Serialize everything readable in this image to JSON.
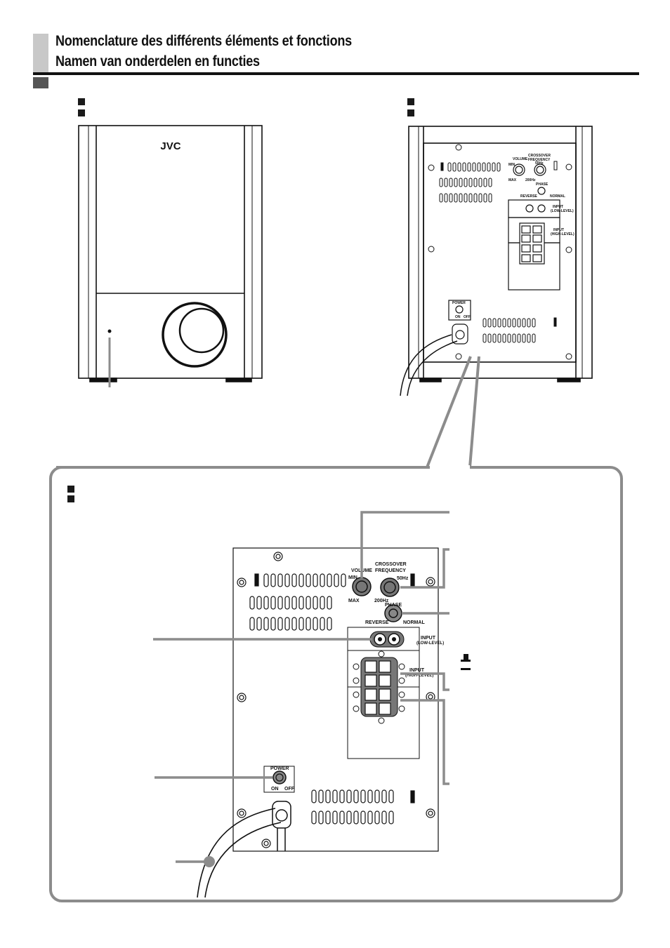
{
  "header": {
    "title_fr": "Nomenclature des différents éléments et fonctions",
    "title_nl": "Namen van onderdelen en functies"
  },
  "front": {
    "logo": "JVC"
  },
  "panel": {
    "volume": "VOLUME",
    "crossover": "CROSSOVER",
    "frequency": "FREQUENCY",
    "min": "MIN",
    "max": "MAX",
    "hz50": "50Hz",
    "hz200": "200Hz",
    "phase": "PHASE",
    "reverse": "REVERSE",
    "normal": "NORMAL",
    "input": "INPUT",
    "low_level": "(LOW-LEVEL)",
    "high_level": "(HIGH-LEVEL)",
    "power": "POWER",
    "on": "ON",
    "off": "OFF"
  },
  "colors": {
    "callout_gray": "#8c8c8c",
    "outline": "#111111"
  }
}
